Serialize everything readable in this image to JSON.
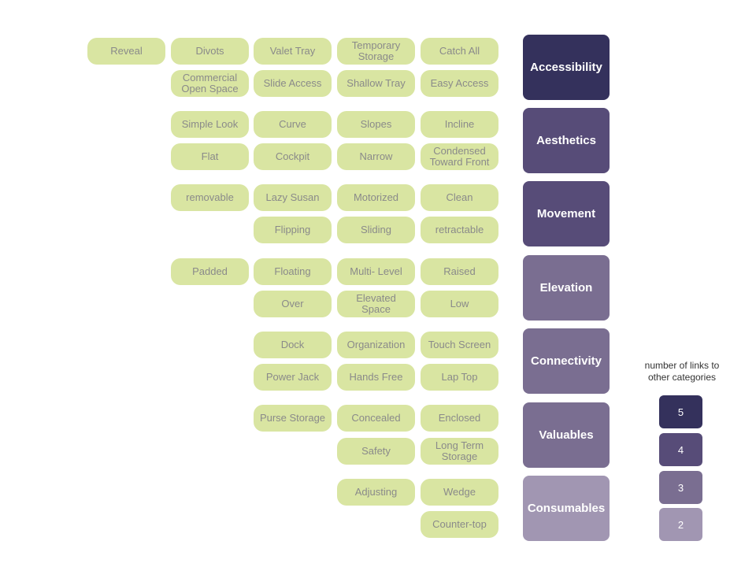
{
  "colors": {
    "pill": "#d9e5a2",
    "pill_text": "#8a8a8a",
    "links_5": "#34315c",
    "links_4": "#574c78",
    "links_3": "#7a6e91",
    "links_2": "#a196b2"
  },
  "categories": [
    {
      "label": "Accessibility",
      "links": 5
    },
    {
      "label": "Aesthetics",
      "links": 4
    },
    {
      "label": "Movement",
      "links": 4
    },
    {
      "label": "Elevation",
      "links": 3
    },
    {
      "label": "Connectivity",
      "links": 3
    },
    {
      "label": "Valuables",
      "links": 3
    },
    {
      "label": "Consumables",
      "links": 2
    }
  ],
  "terms": {
    "accessibility": [
      "Reveal",
      "Divots",
      "Valet Tray",
      "Temporary\nStorage",
      "Catch All",
      "Commercial\nOpen Space",
      "Slide Access",
      "Shallow Tray",
      "Easy Access"
    ],
    "aesthetics": [
      "Simple Look",
      "Curve",
      "Slopes",
      "Incline",
      "Flat",
      "Cockpit",
      "Narrow",
      "Condensed\nToward Front"
    ],
    "movement": [
      "removable",
      "Lazy Susan",
      "Motorized",
      "Clean",
      "Flipping",
      "Sliding",
      "retractable"
    ],
    "elevation": [
      "Padded",
      "Floating",
      "Multi- Level",
      "Raised",
      "Over",
      "Elevated\nSpace",
      "Low"
    ],
    "connectivity": [
      "Dock",
      "Organization",
      "Touch Screen",
      "Power Jack",
      "Hands Free",
      "Lap Top"
    ],
    "valuables": [
      "Purse Storage",
      "Concealed",
      "Enclosed",
      "Safety",
      "Long Term\nStorage"
    ],
    "consumables": [
      "Adjusting",
      "Wedge",
      "Counter-top"
    ]
  },
  "legend": {
    "title": "number of links to other categories",
    "values": [
      "5",
      "4",
      "3",
      "2"
    ]
  }
}
